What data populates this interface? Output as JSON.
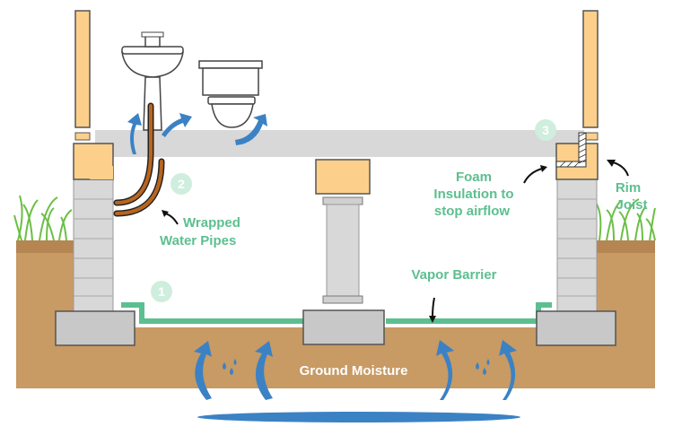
{
  "labels": {
    "wrapped_pipes_line1": "Wrapped",
    "wrapped_pipes_line2": "Water Pipes",
    "foam_line1": "Foam",
    "foam_line2": "Insulation to",
    "foam_line3": "stop airflow",
    "rim_line1": "Rim",
    "rim_line2": "Joist",
    "vapor_barrier": "Vapor Barrier",
    "ground_moisture": "Ground Moisture"
  },
  "markers": [
    "1",
    "2",
    "3"
  ],
  "colors": {
    "accent_green": "#5cbf8f",
    "arrow_blue": "#3b82c4",
    "soil": "#c89a64",
    "wood": "#fcd08a",
    "concrete": "#d8d8d8",
    "pipe": "#b8651f"
  }
}
